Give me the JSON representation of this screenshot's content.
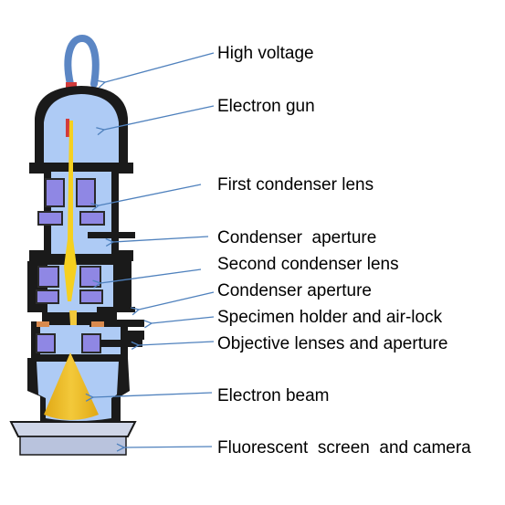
{
  "labels": {
    "high_voltage": "High voltage",
    "electron_gun": "Electron gun",
    "first_condenser_lens": "First condenser lens",
    "condenser_aperture_1": "Condenser  aperture",
    "second_condenser_lens": "Second condenser lens",
    "condenser_aperture_2": "Condenser aperture",
    "specimen_holder": "Specimen holder and air-lock",
    "objective_lenses": "Objective lenses and aperture",
    "electron_beam": "Electron beam",
    "fluorescent_screen": "Fluorescent  screen  and camera"
  },
  "colors": {
    "arrow": "#4f81bd",
    "vacuum": "#aecbf5",
    "body": "#1a1a1a",
    "coil": "#8f87e4",
    "beam": "#f5d020",
    "cone": "#e8b21a",
    "cable": "#5b86c4"
  }
}
